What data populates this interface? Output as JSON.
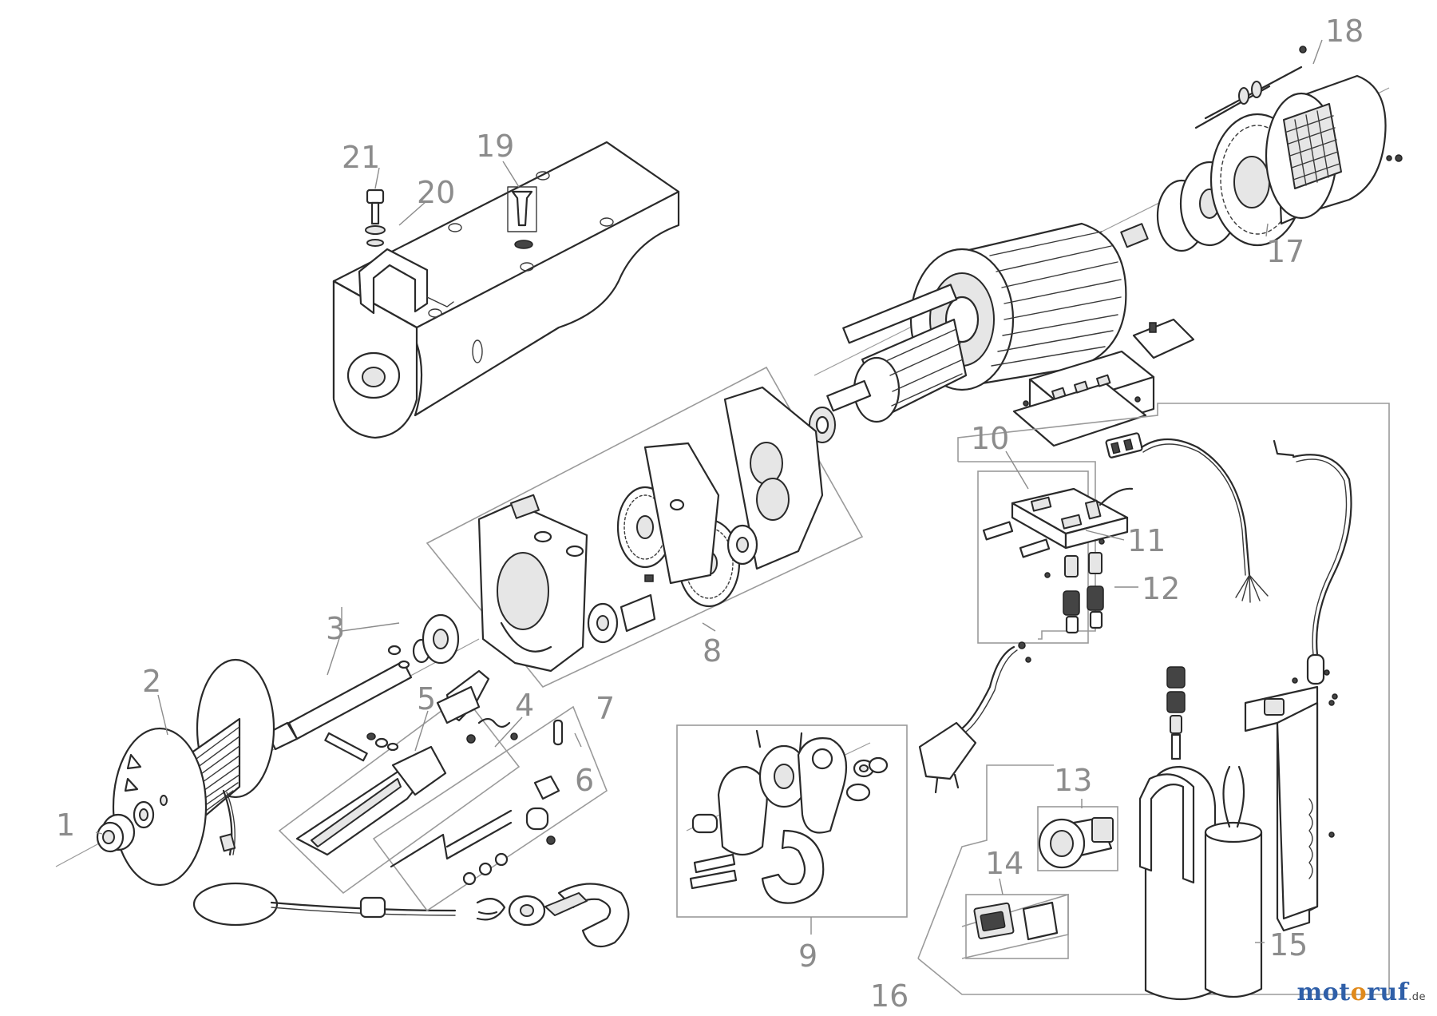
{
  "labels": [
    "1",
    "2",
    "3",
    "4",
    "5",
    "6",
    "7",
    "8",
    "9",
    "10",
    "11",
    "12",
    "13",
    "14",
    "15",
    "16",
    "17",
    "18",
    "19",
    "20",
    "21"
  ],
  "watermark": {
    "part1": "mot",
    "part2": "o",
    "part3": "ruf",
    "tld": ".de"
  },
  "colors": {
    "label_gray": "#8c8c8c",
    "brand_blue": "#2f5fa8",
    "brand_orange": "#e08a1c"
  }
}
